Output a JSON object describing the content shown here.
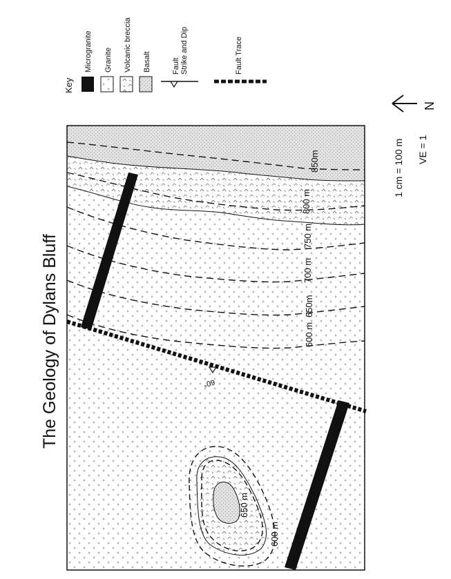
{
  "title": "The Geology of Dylans Bluff",
  "key": {
    "heading": "Key",
    "items": [
      {
        "label": "Microgranite",
        "symbol": "microgranite-swatch"
      },
      {
        "label": "Granite",
        "symbol": "granite-swatch"
      },
      {
        "label": "Volcanic breccia",
        "symbol": "breccia-swatch"
      },
      {
        "label": "Basalt",
        "symbol": "basalt-swatch"
      }
    ],
    "fault_label_line1": "Fault",
    "fault_label_line2": "Strike and Dip",
    "fault_trace_label": "Fault Trace"
  },
  "north_label": "N",
  "scale": {
    "line1": "1 cm = 100 m",
    "line2": "VE = 1"
  },
  "contours": {
    "main": [
      "850m",
      "800 m",
      "750 m",
      "700 m",
      "650m",
      "600 m"
    ],
    "hill": [
      "650 m",
      "600 m"
    ]
  },
  "dip_label": "60°",
  "colors": {
    "ink": "#111111",
    "background": "#ffffff",
    "basalt_fill": "#e4e4e4"
  }
}
